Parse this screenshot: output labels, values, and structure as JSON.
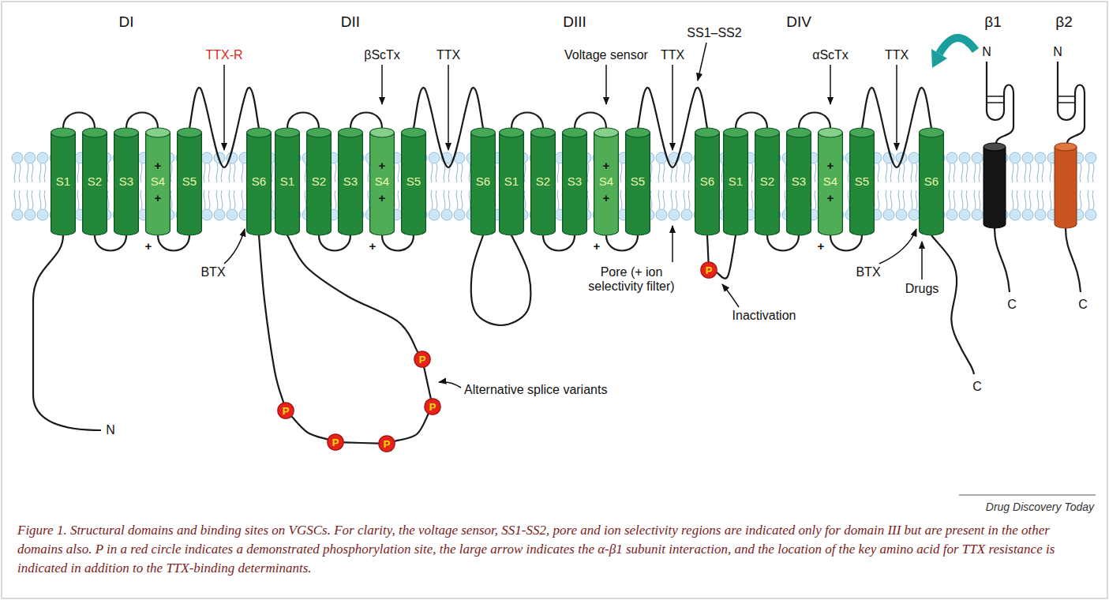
{
  "diagram": {
    "caption": "Figure 1. Structural domains and binding sites on VGSCs. For clarity, the voltage sensor, SS1-SS2, pore and ion selectivity regions are indicated only for domain III but are present in the other domains also. P in a red circle indicates a demonstrated phosphorylation site, the large arrow indicates the α-β1 subunit interaction, and the location of the key amino acid for TTX resistance is indicated in addition to the TTX-binding determinants.",
    "nodes": [
      {
        "text": [
          "S1"
        ]
      },
      {
        "text": [
          "S2"
        ]
      },
      {
        "text": [
          "S3"
        ]
      },
      {
        "text": [
          "+",
          "S4",
          "+"
        ]
      },
      {
        "text": [
          "S5"
        ]
      },
      {
        "text": [
          "S6"
        ]
      },
      {
        "text": [
          "P"
        ]
      },
      {
        "text": [
          "P"
        ]
      },
      {
        "text": [
          "P"
        ]
      },
      {
        "text": [
          "P"
        ]
      },
      {
        "text": [
          "P"
        ]
      },
      {
        "text": [
          "S1"
        ]
      },
      {
        "text": [
          "S2"
        ]
      },
      {
        "text": [
          "S3"
        ]
      },
      {
        "text": [
          "+",
          "S4",
          "+"
        ]
      },
      {
        "text": [
          "S5"
        ]
      },
      {
        "text": [
          "S6"
        ]
      },
      {
        "text": [
          "S1"
        ]
      },
      {
        "text": [
          "S2"
        ]
      },
      {
        "text": [
          "S3"
        ]
      },
      {
        "text": [
          "+",
          "S4",
          "+"
        ]
      },
      {
        "text": [
          "S5"
        ]
      },
      {
        "text": [
          "S6"
        ]
      },
      {
        "text": [
          "P"
        ]
      },
      {
        "text": [
          "S1"
        ]
      },
      {
        "text": [
          "S2"
        ]
      },
      {
        "text": [
          "S3"
        ]
      },
      {
        "text": [
          "+",
          "S4",
          "+"
        ]
      },
      {
        "text": [
          "S5"
        ]
      },
      {
        "text": [
          "S6"
        ]
      }
    ],
    "edges": [
      {
        "from": 0,
        "to": 1,
        "arrow": "none"
      },
      {
        "from": 1,
        "to": 2,
        "arrow": "none"
      },
      {
        "from": 2,
        "to": 3,
        "arrow": "none"
      },
      {
        "from": 3,
        "to": 4,
        "arrow": "none"
      },
      {
        "from": 4,
        "to": 5,
        "arrow": "none"
      },
      {
        "from": 5,
        "to": 6,
        "arrow": "none"
      },
      {
        "from": 6,
        "to": 7,
        "arrow": "none"
      },
      {
        "from": 7,
        "to": 8,
        "arrow": "none"
      },
      {
        "from": 8,
        "to": 9,
        "arrow": "none"
      },
      {
        "from": 9,
        "to": 10,
        "arrow": "none"
      },
      {
        "from": 10,
        "to": 11,
        "arrow": "none"
      },
      {
        "from": 11,
        "to": 12,
        "arrow": "none"
      },
      {
        "from": 12,
        "to": 13,
        "arrow": "none"
      },
      {
        "from": 13,
        "to": 14,
        "arrow": "none"
      },
      {
        "from": 14,
        "to": 15,
        "arrow": "none"
      },
      {
        "from": 15,
        "to": 16,
        "arrow": "none"
      },
      {
        "from": 16,
        "to": 17,
        "arrow": "none"
      },
      {
        "from": 17,
        "to": 18,
        "arrow": "none"
      },
      {
        "from": 18,
        "to": 19,
        "arrow": "none"
      },
      {
        "from": 19,
        "to": 20,
        "arrow": "none"
      },
      {
        "from": 20,
        "to": 21,
        "arrow": "none"
      },
      {
        "from": 21,
        "to": 22,
        "arrow": "none"
      },
      {
        "from": 22,
        "to": 23,
        "arrow": "none"
      },
      {
        "from": 23,
        "to": 24,
        "arrow": "none"
      },
      {
        "from": 24,
        "to": 25,
        "arrow": "none"
      },
      {
        "from": 25,
        "to": 26,
        "arrow": "none"
      },
      {
        "from": 26,
        "to": 27,
        "arrow": "none"
      },
      {
        "from": 27,
        "to": 28,
        "arrow": "none"
      },
      {
        "from": 28,
        "to": 29,
        "arrow": "none"
      }
    ],
    "labels": [
      "DI",
      "DII",
      "DIII",
      "DIV",
      "β1",
      "β2",
      "N",
      "N",
      "SS1–SS2",
      "TTX-R",
      "βScTx",
      "TTX",
      "Voltage sensor",
      "TTX",
      "αScTx",
      "TTX",
      "+",
      "+",
      "+",
      "+",
      "BTX",
      "BTX",
      "Drugs",
      "Pore (+ ion selectivity filter)",
      "Inactivation",
      "Alternative splice variants",
      "N",
      "C",
      "C",
      "C",
      "Drug Discovery Today"
    ]
  }
}
